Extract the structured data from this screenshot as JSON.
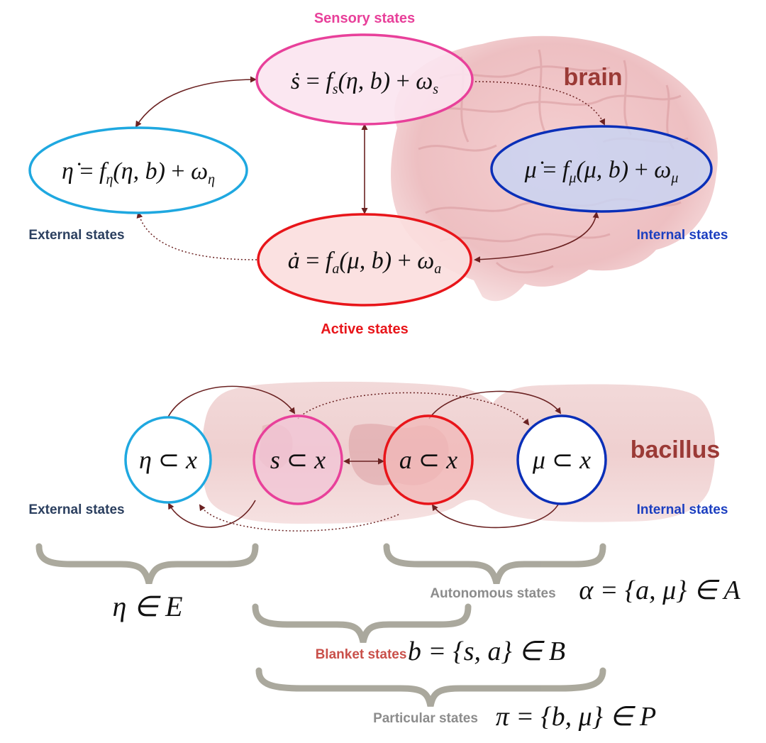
{
  "colors": {
    "sensory": "#e8409a",
    "external": "#1fa8e0",
    "internal": "#0a2fb8",
    "active": "#e8151a",
    "arrow": "#6b2222",
    "brain_label": "#9b3a36",
    "external_label": "#2b3f5f",
    "internal_label": "#1c3fc0",
    "blanket_label": "#c9504a",
    "grey_label": "#8c8c8c",
    "brace": "#9c9a8c"
  },
  "top": {
    "brain_label": "brain",
    "sensory_label": "Sensory states",
    "external_label": "External states",
    "internal_label": "Internal states",
    "active_label": "Active states",
    "eq_sensory": {
      "lhs": "ṡ",
      "f": "f",
      "sub": "s",
      "args": "(η, b)",
      "noise": "ω",
      "noise_sub": "s"
    },
    "eq_external": {
      "lhs": "η̇",
      "f": "f",
      "sub": "η",
      "args": "(η, b)",
      "noise": "ω",
      "noise_sub": "η"
    },
    "eq_internal": {
      "lhs": "μ̇",
      "f": "f",
      "sub": "μ",
      "args": "(μ, b)",
      "noise": "ω",
      "noise_sub": "μ"
    },
    "eq_active": {
      "lhs": "ȧ",
      "f": "f",
      "sub": "a",
      "args": "(μ, b)",
      "noise": "ω",
      "noise_sub": "a"
    }
  },
  "bottom": {
    "bacillus_label": "bacillus",
    "external_label": "External states",
    "internal_label": "Internal states",
    "node_eta": {
      "var": "η",
      "rel": "⊂",
      "set": "x"
    },
    "node_s": {
      "var": "s",
      "rel": "⊂",
      "set": "x"
    },
    "node_a": {
      "var": "a",
      "rel": "⊂",
      "set": "x"
    },
    "node_mu": {
      "var": "μ",
      "rel": "⊂",
      "set": "x"
    },
    "eta_in_E": "η ∈ E",
    "autonomous_label": "Autonomous states",
    "autonomous_eq": "α = {a, μ} ∈ A",
    "blanket_label": "Blanket states",
    "blanket_eq": "b = {s, a} ∈ B",
    "particular_label": "Particular states",
    "particular_eq": "π = {b, μ} ∈ P"
  }
}
